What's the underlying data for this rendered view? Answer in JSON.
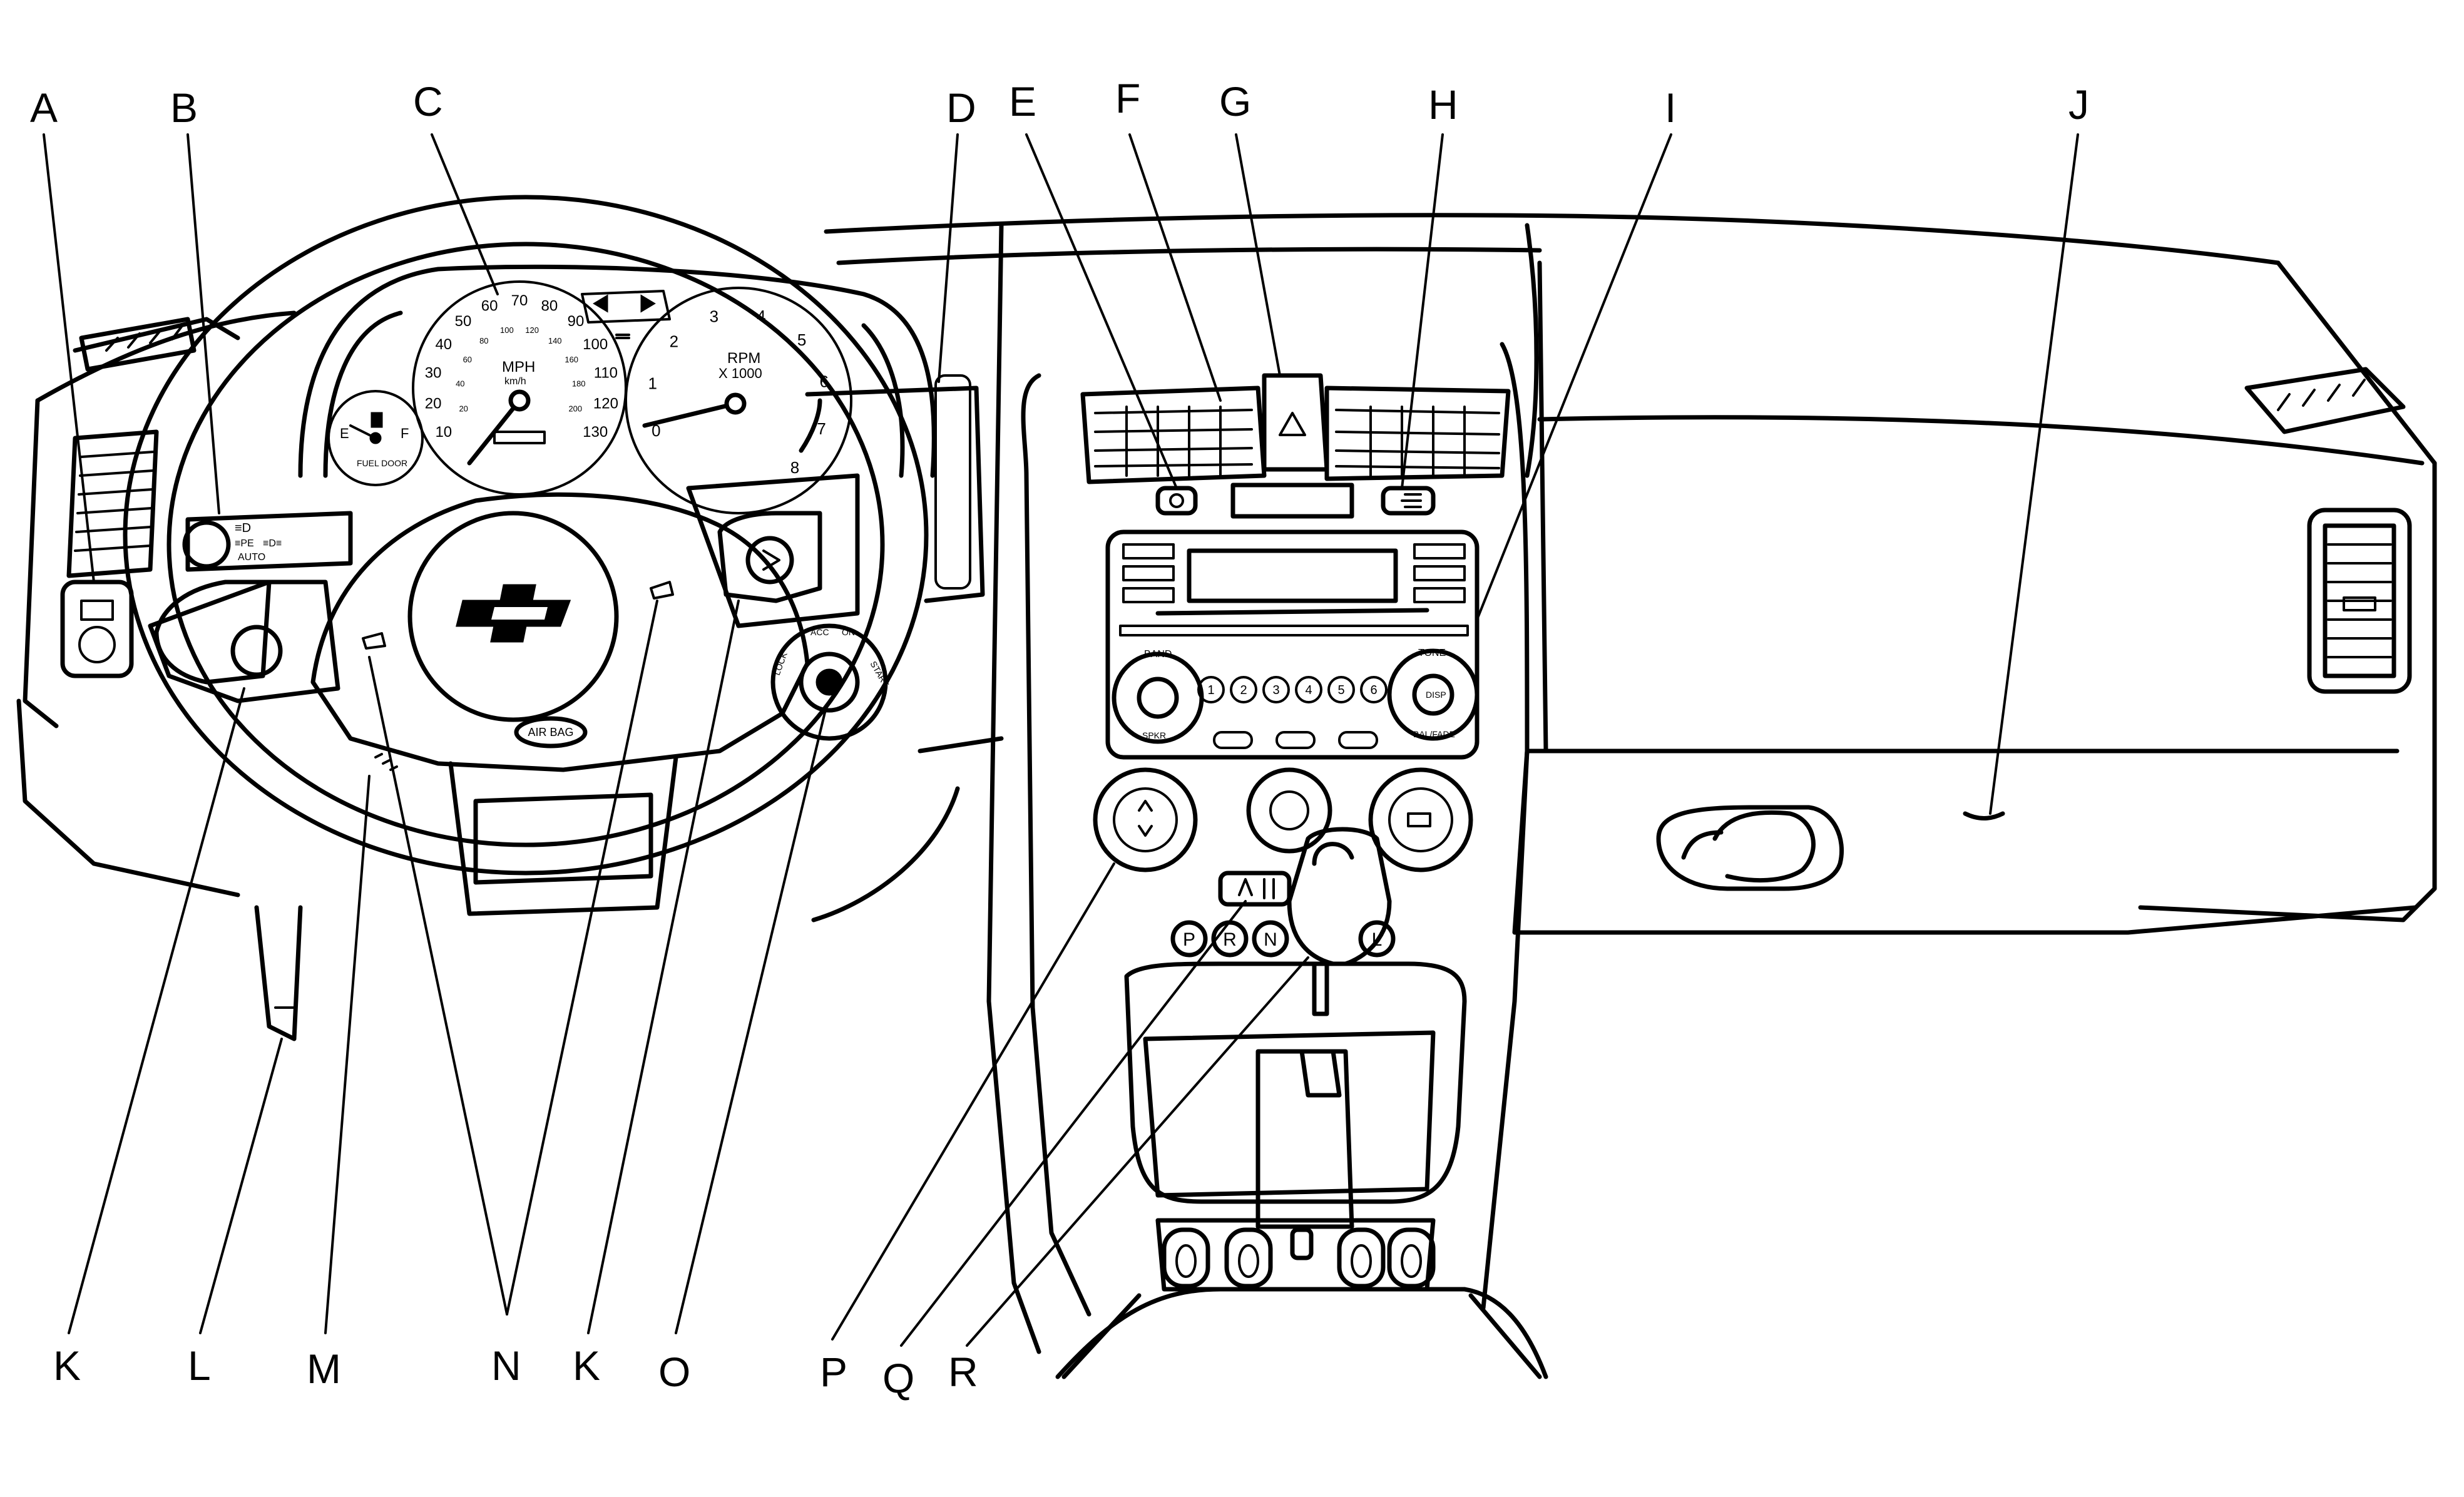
{
  "diagram": {
    "callouts": [
      "A",
      "B",
      "C",
      "D",
      "E",
      "F",
      "G",
      "H",
      "I",
      "J",
      "K",
      "L",
      "M",
      "N",
      "K",
      "O",
      "P",
      "Q",
      "R"
    ],
    "speedometer": {
      "mph_ticks": [
        "10",
        "20",
        "30",
        "40",
        "50",
        "60",
        "70",
        "80",
        "90",
        "100",
        "110",
        "120",
        "130"
      ],
      "kmh_ticks": [
        "20",
        "40",
        "60",
        "80",
        "100",
        "120",
        "140",
        "160",
        "180",
        "200"
      ],
      "unit_mph": "MPH",
      "unit_kmh": "km/h"
    },
    "tachometer": {
      "ticks": [
        "0",
        "1",
        "2",
        "3",
        "4",
        "5",
        "6",
        "7",
        "8"
      ],
      "unit": "RPM",
      "multiplier": "X 1000"
    },
    "fuel_gauge": {
      "empty": "E",
      "full": "F",
      "door": "FUEL DOOR"
    },
    "headlamp_switch": {
      "fog": "≡D",
      "parking": "≡PE",
      "drl": "≡D≡",
      "auto": "AUTO"
    },
    "airbag_label": "AIR BAG",
    "radio": {
      "band": "BAND",
      "tone": "TONE",
      "spkr": "SPKR",
      "bal_fade": "BAL/FADE",
      "disp": "DISP",
      "presets": [
        "1",
        "2",
        "3",
        "4",
        "5",
        "6"
      ]
    },
    "gear_positions": [
      "P",
      "R",
      "N",
      "L"
    ],
    "ignition": {
      "lock": "LOCK",
      "acc": "ACC",
      "on": "ON",
      "start": "START"
    }
  }
}
